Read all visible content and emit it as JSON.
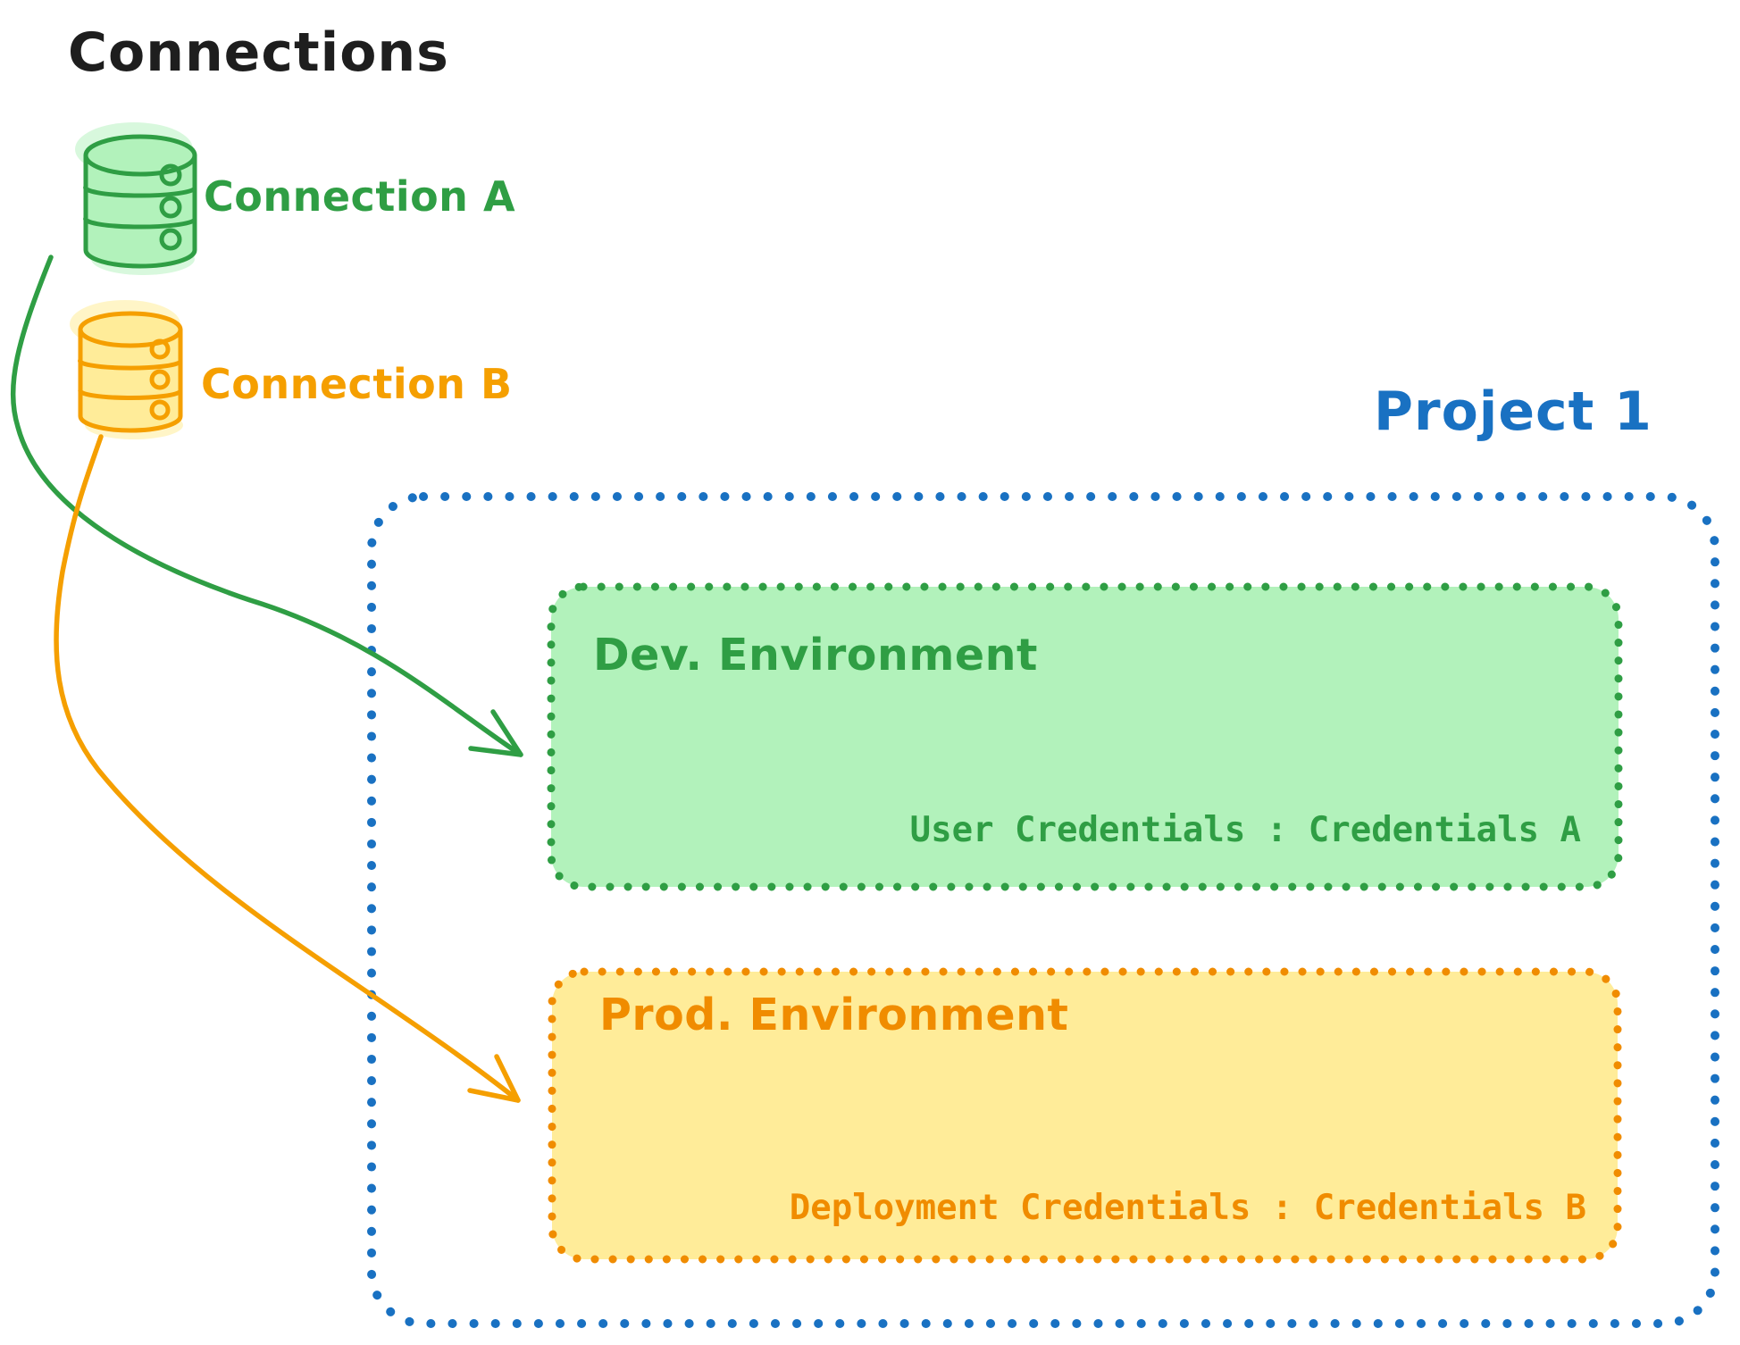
{
  "heading": {
    "text": "Connections",
    "color": "#1e1e1e"
  },
  "connections": {
    "a": {
      "label": "Connection A",
      "stroke": "#2f9e44",
      "fill": "#b2f2bb",
      "icon": "database-icon"
    },
    "b": {
      "label": "Connection B",
      "stroke": "#f59f00",
      "fill": "#ffec99",
      "icon": "database-icon"
    }
  },
  "project": {
    "title": "Project 1",
    "color": "#1971c2",
    "environments": {
      "dev": {
        "title": "Dev. Environment",
        "credentials": "User Credentials : Credentials A",
        "stroke": "#2f9e44",
        "fill": "#b2f2bb"
      },
      "prod": {
        "title": "Prod. Environment",
        "credentials": "Deployment Credentials : Credentials B",
        "stroke": "#f08c00",
        "fill": "#ffec99"
      }
    }
  },
  "arrows": {
    "a_to_dev": {
      "color": "#2f9e44"
    },
    "b_to_prod": {
      "color": "#f59f00"
    }
  }
}
